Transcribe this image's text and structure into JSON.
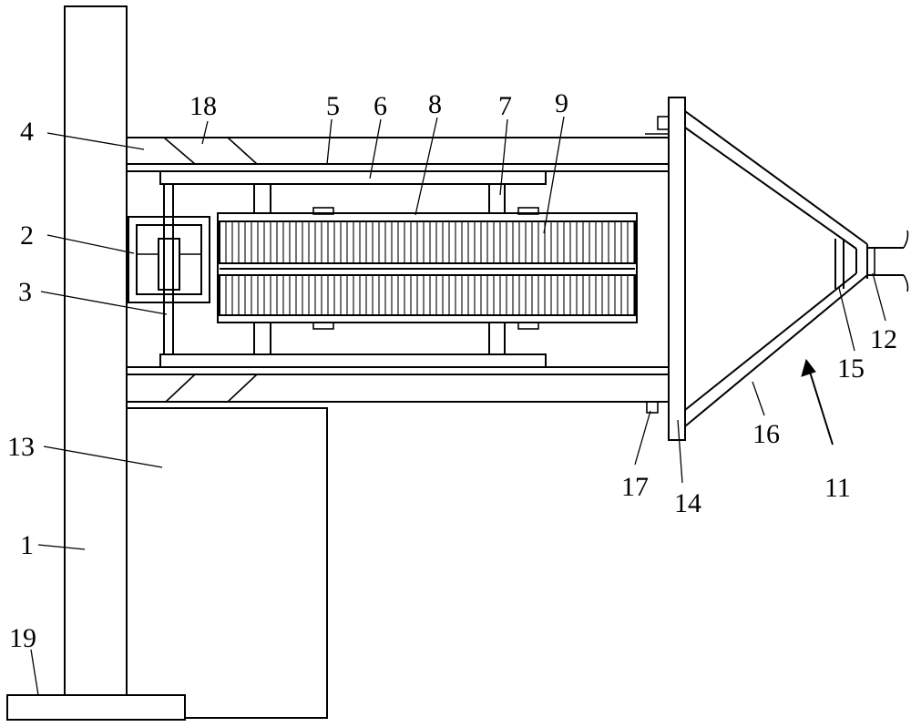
{
  "labels": {
    "l1": "1",
    "l2": "2",
    "l3": "3",
    "l4": "4",
    "l5": "5",
    "l6": "6",
    "l7": "7",
    "l8": "8",
    "l9": "9",
    "l11": "11",
    "l12": "12",
    "l13": "13",
    "l14": "14",
    "l15": "15",
    "l16": "16",
    "l17": "17",
    "l18": "18",
    "l19": "19"
  }
}
